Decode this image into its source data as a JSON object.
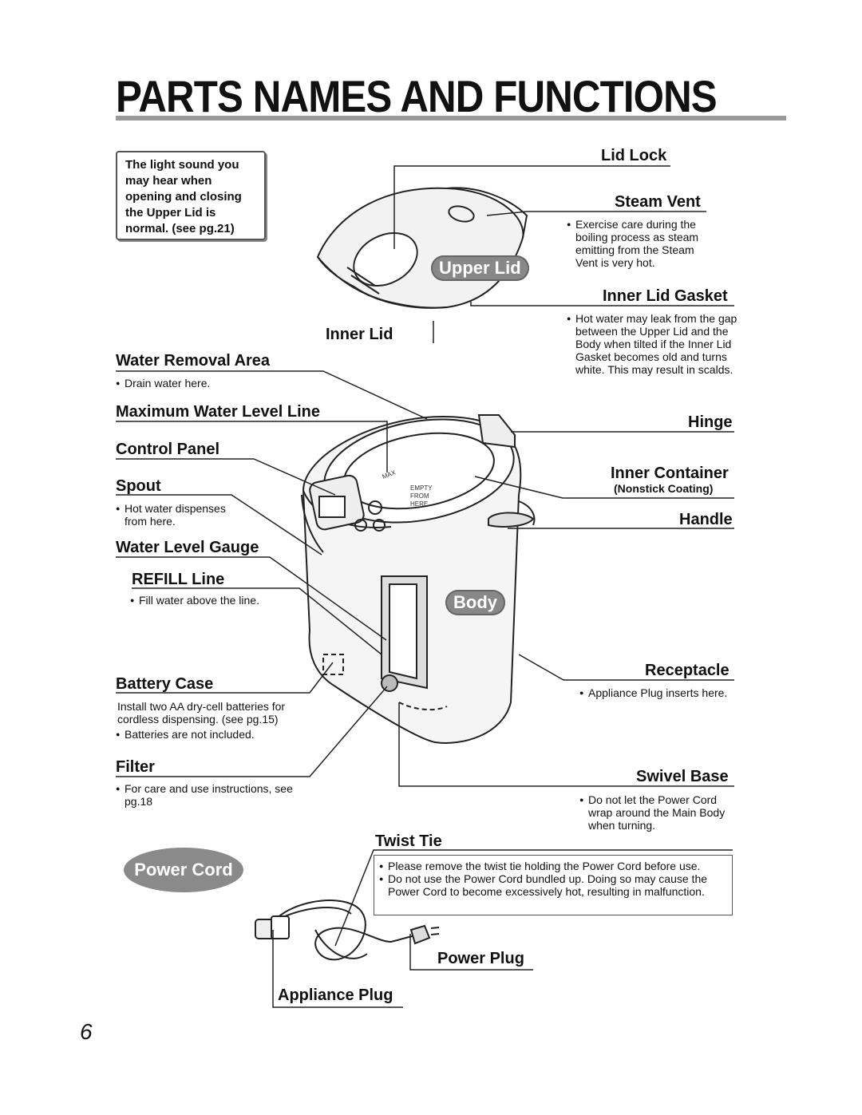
{
  "title": "PARTS NAMES AND FUNCTIONS",
  "note": "The light sound you may hear when opening and closing the Upper Lid is normal. (see pg.21)",
  "badges": {
    "upper_lid": "Upper Lid",
    "body": "Body",
    "power_cord": "Power Cord"
  },
  "gauge_text": {
    "max": "MAX",
    "empty": "EMPTY",
    "from": "FROM",
    "here": "HERE"
  },
  "labels": {
    "lid_lock": "Lid Lock",
    "steam_vent": "Steam Vent",
    "steam_vent_desc": "Exercise care during the boiling process as steam emitting from the Steam Vent is very hot.",
    "inner_lid_gasket": "Inner Lid Gasket",
    "inner_lid_gasket_desc": "Hot water may leak from the gap between the Upper Lid and the Body when tilted if the Inner Lid Gasket becomes old and turns white. This may result in scalds.",
    "inner_lid": "Inner Lid",
    "water_removal_area": "Water Removal Area",
    "water_removal_desc": "Drain water here.",
    "max_water_level": "Maximum Water Level Line",
    "hinge": "Hinge",
    "control_panel": "Control Panel",
    "inner_container": "Inner Container",
    "inner_container_sub": "(Nonstick Coating)",
    "spout": "Spout",
    "spout_desc": "Hot water dispenses from here.",
    "handle": "Handle",
    "water_level_gauge": "Water Level Gauge",
    "refill_line": "REFILL Line",
    "refill_desc": "Fill water above the line.",
    "receptacle": "Receptacle",
    "receptacle_desc": "Appliance Plug inserts here.",
    "battery_case": "Battery Case",
    "battery_desc": "Install two AA dry-cell batteries for cordless dispensing. (see pg.15)",
    "battery_note": "Batteries are not included.",
    "filter": "Filter",
    "filter_desc": "For care and use instructions, see pg.18",
    "swivel_base": "Swivel Base",
    "swivel_desc": "Do not let the Power Cord wrap around the Main Body when turning.",
    "twist_tie": "Twist Tie",
    "twist_tie_1": "Please remove the twist tie holding the Power Cord before use.",
    "twist_tie_2": "Do not use the Power Cord bundled up. Doing so may cause the Power Cord to become excessively hot, resulting in malfunction.",
    "power_plug": "Power Plug",
    "appliance_plug": "Appliance Plug"
  },
  "page_number": "6"
}
